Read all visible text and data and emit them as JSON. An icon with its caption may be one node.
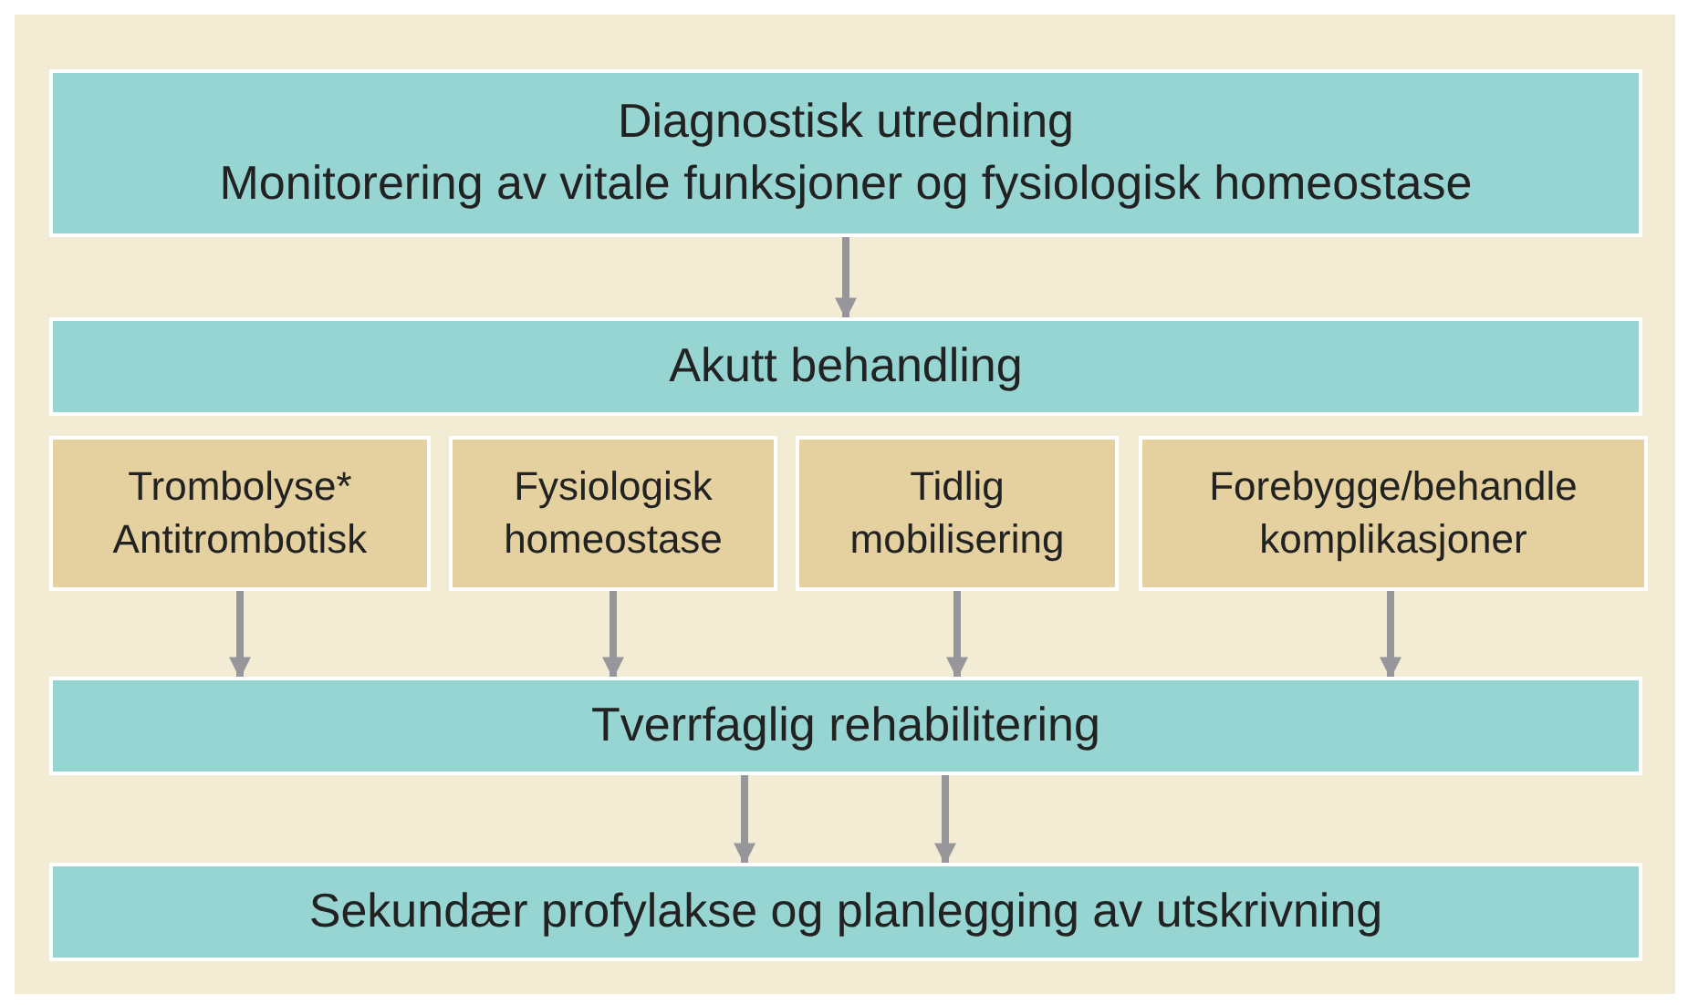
{
  "diagram": {
    "nodes": [
      {
        "text": [
          "Diagnostisk utredning",
          "Monitorering av vitale funksjoner og fysiologisk homeostase"
        ]
      },
      {
        "text": [
          "Akutt behandling"
        ]
      },
      {
        "text": [
          "Trombolyse* Antitrombotisk"
        ]
      },
      {
        "text": [
          "Fysiologisk homeostase"
        ]
      },
      {
        "text": [
          "Tidlig mobilisering"
        ]
      },
      {
        "text": [
          "Forebygge/behandle komplikasjoner"
        ]
      },
      {
        "text": [
          "Tverrfaglig rehabilitering"
        ]
      },
      {
        "text": [
          "Sekundær profylakse og planlegging av utskrivning"
        ]
      }
    ],
    "edges": [
      {
        "from": 0,
        "to": 1,
        "arrow": "to"
      },
      {
        "from": 2,
        "to": 6,
        "arrow": "to"
      },
      {
        "from": 3,
        "to": 6,
        "arrow": "to"
      },
      {
        "from": 4,
        "to": 6,
        "arrow": "to"
      },
      {
        "from": 5,
        "to": 6,
        "arrow": "to"
      },
      {
        "from": 6,
        "to": 7,
        "arrow": "to"
      },
      {
        "from": 6,
        "to": 7,
        "arrow": "to"
      }
    ]
  }
}
